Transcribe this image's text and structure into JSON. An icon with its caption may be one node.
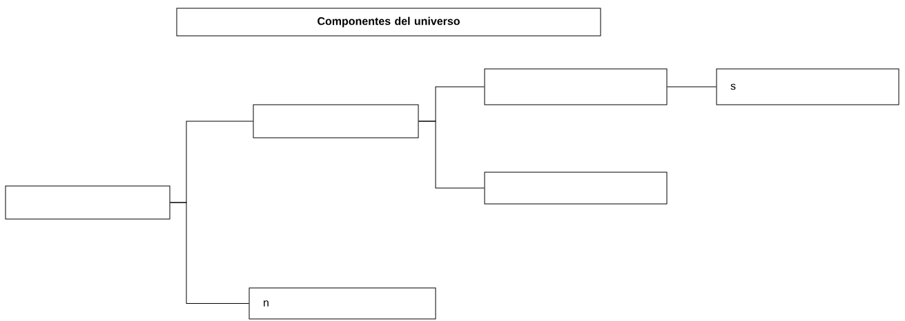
{
  "diagram": {
    "nodes": [
      {
        "text": [
          "Componentes del universo"
        ]
      },
      {
        "text": [],
        "shape": "box"
      },
      {
        "text": [],
        "shape": "box"
      },
      {
        "text": [],
        "shape": "box"
      },
      {
        "text": [
          "s"
        ]
      },
      {
        "text": [],
        "shape": "box"
      },
      {
        "text": [
          "n"
        ]
      }
    ],
    "edges": [
      {
        "from": 1,
        "to": 2,
        "arrow": "none"
      },
      {
        "from": 1,
        "to": 6,
        "arrow": "none"
      },
      {
        "from": 2,
        "to": 3,
        "arrow": "none"
      },
      {
        "from": 2,
        "to": 5,
        "arrow": "none"
      },
      {
        "from": 3,
        "to": 4,
        "arrow": "none"
      }
    ]
  }
}
